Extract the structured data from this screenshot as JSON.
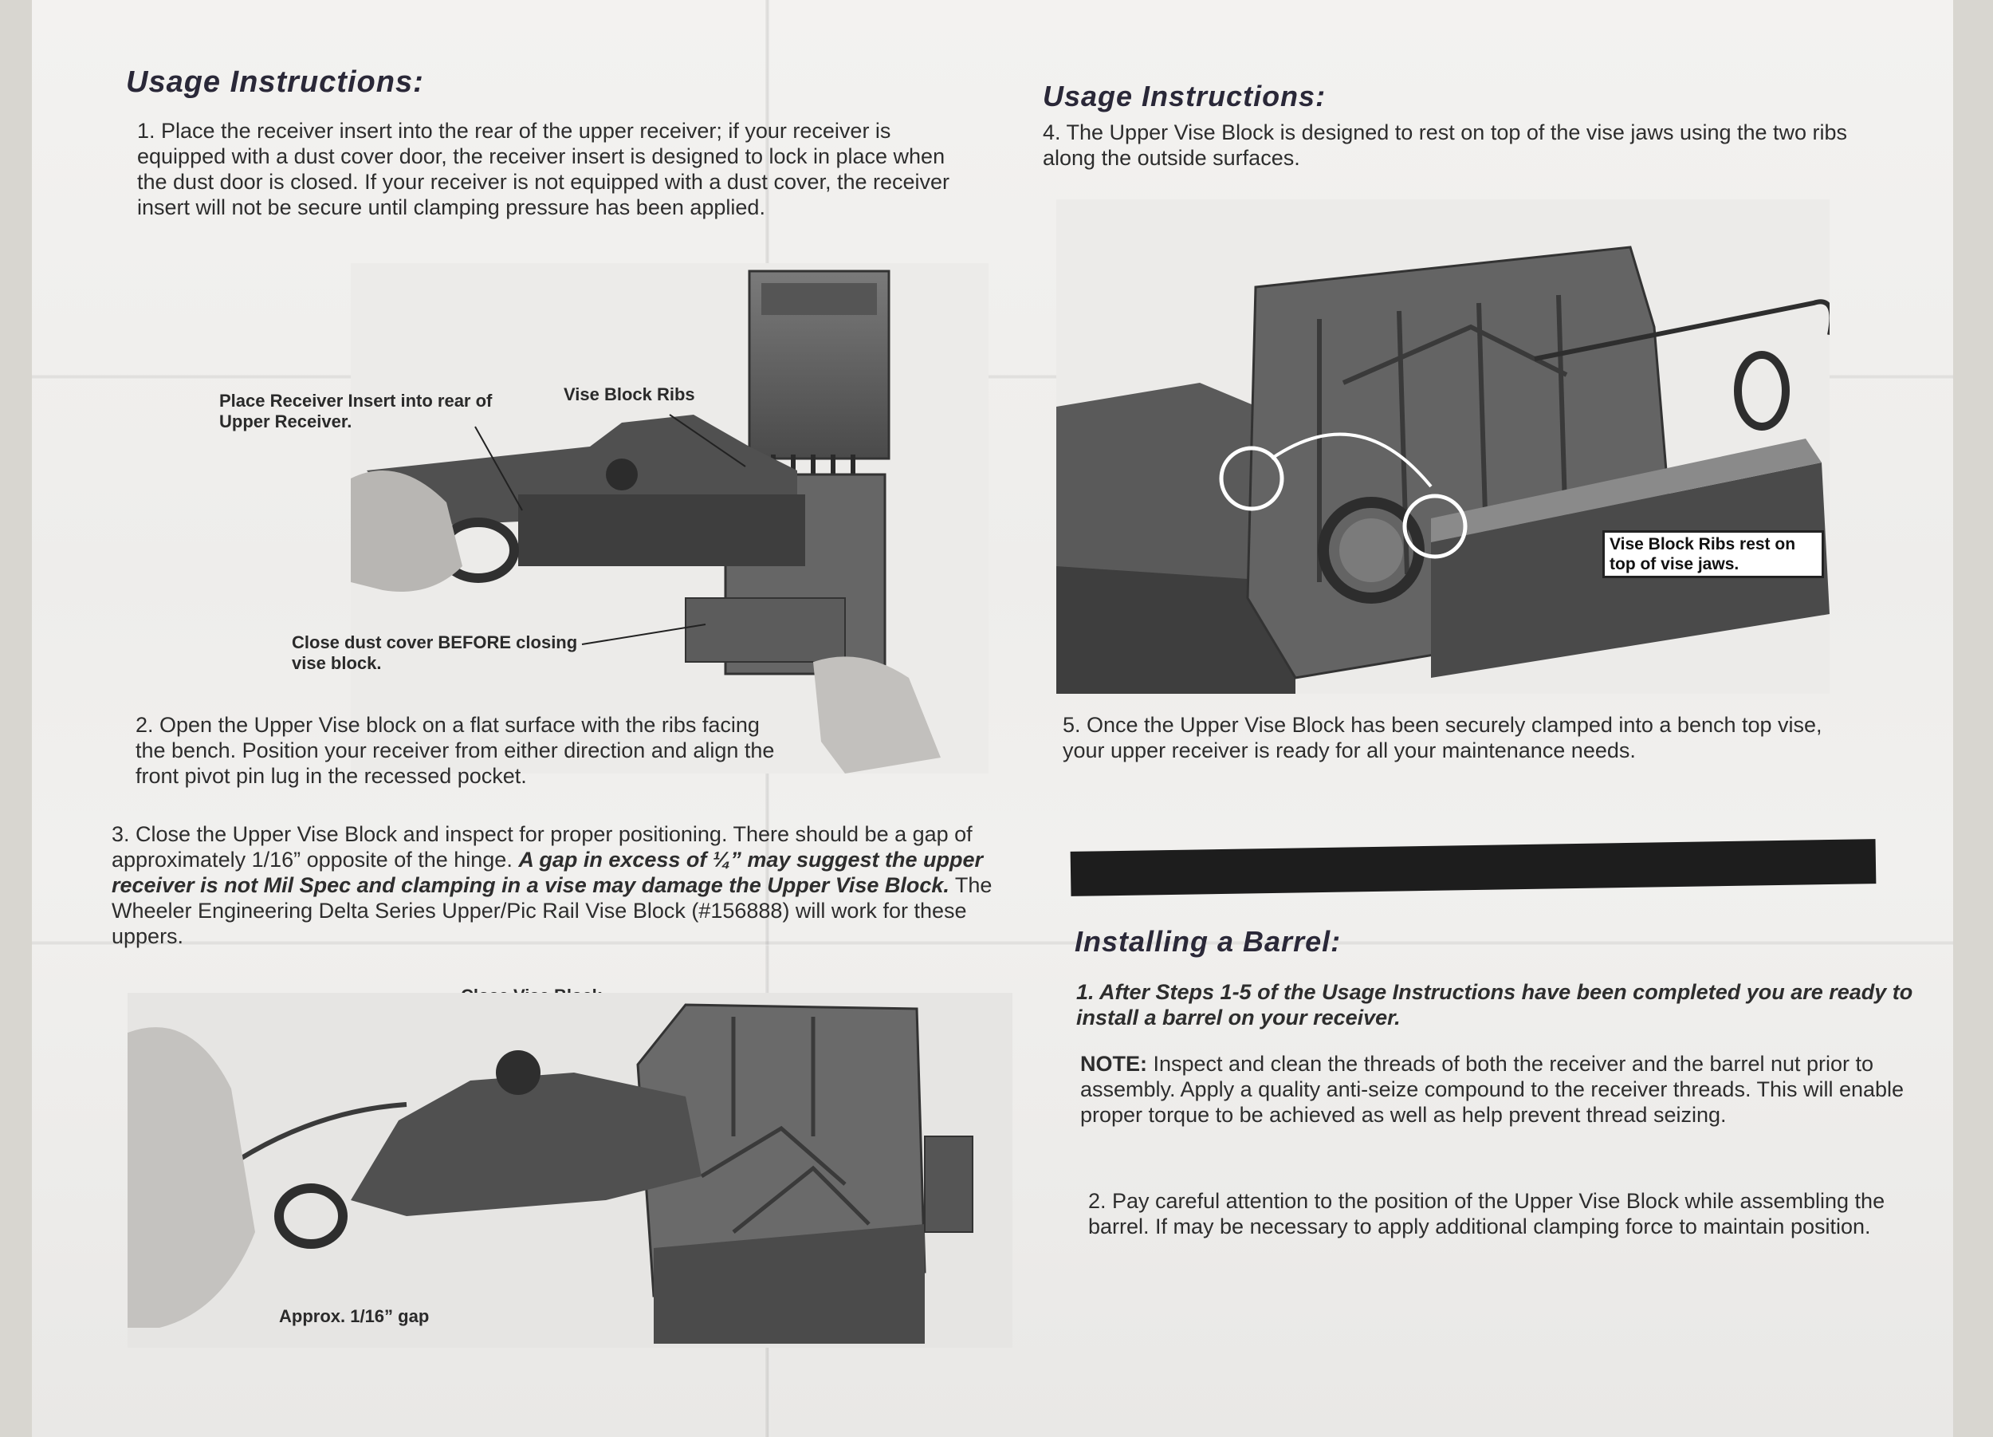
{
  "left": {
    "heading": "Usage Instructions:",
    "step1": "1.  Place the receiver insert into the rear of the upper receiver; if your receiver is equipped with a dust cover door, the receiver insert is designed to lock in place when the dust door is closed. If your receiver is not equipped with a dust cover, the receiver insert will not be secure until clamping pressure has been applied.",
    "callout_insert": "Place Receiver Insert into rear of Upper Receiver.",
    "callout_ribs": "Vise Block Ribs",
    "callout_dust": "Close dust cover BEFORE closing vise block.",
    "step2": "2.  Open the Upper Vise block on a flat surface with the ribs facing the bench. Position your receiver from either direction and align the front pivot pin lug in the recessed pocket.",
    "step3_a": "3.  Close the Upper Vise Block and inspect for proper positioning. There should be a gap of approximately 1/16” opposite of the hinge. ",
    "step3_em": "A gap in excess of ¼” may suggest the upper receiver is not Mil Spec and clamping in a vise may damage the Upper Vise Block.",
    "step3_b": " The Wheeler Engineering Delta Series Upper/Pic Rail Vise Block (#156888) will work for these uppers.",
    "callout_close": "Close Vise Block",
    "callout_gap": "Approx. 1/16” gap"
  },
  "right": {
    "heading": "Usage Instructions:",
    "step4": "4.  The Upper Vise Block is designed to rest on top of the vise jaws using the two ribs along the outside surfaces.",
    "callout_rest": "Vise Block Ribs rest on top of vise jaws.",
    "step5": "5.  Once the Upper Vise Block has been securely clamped into a bench top vise, your upper receiver is ready for all your maintenance needs.",
    "barrel_heading": "Installing a Barrel:",
    "barrel_step1": "1.  After Steps 1-5 of the Usage Instructions have been completed you are ready to install a barrel on your receiver.",
    "note_label": "NOTE:",
    "note_text": " Inspect and clean the threads of both the receiver and the barrel nut prior to assembly.  Apply a quality anti-seize compound to the receiver threads.  This will enable proper torque to be achieved as well as help prevent thread seizing.",
    "barrel_step2": "2.  Pay careful attention to the position of the Upper Vise Block while assembling the barrel. If may be necessary to apply additional clamping force to maintain position."
  }
}
